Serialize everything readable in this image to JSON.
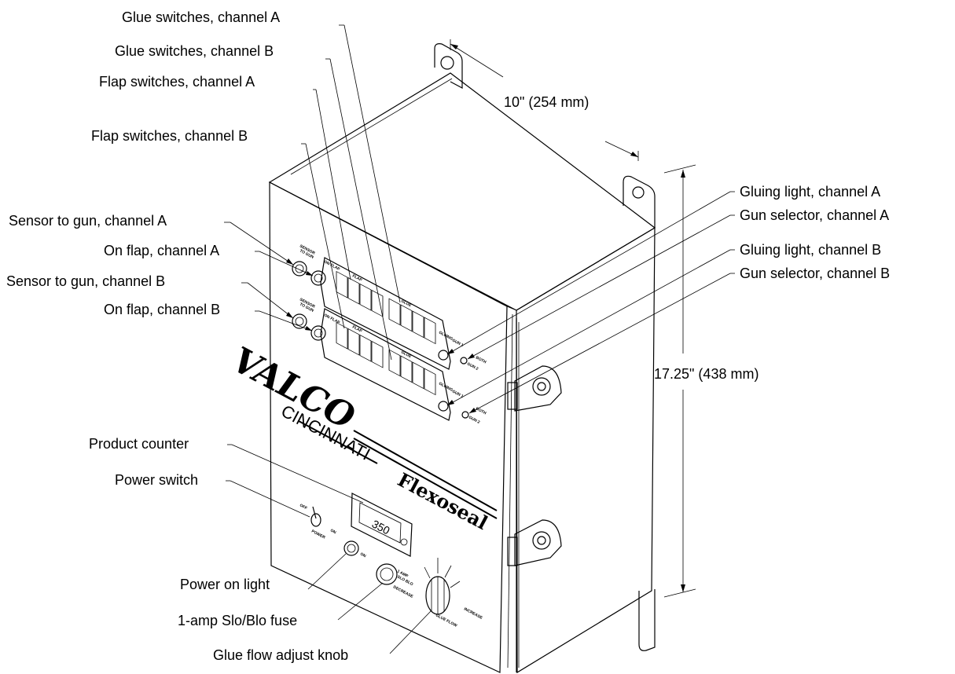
{
  "callouts": {
    "glue_switches_a": "Glue switches, channel A",
    "glue_switches_b": "Glue switches, channel B",
    "flap_switches_a": "Flap switches, channel A",
    "flap_switches_b": "Flap switches, channel B",
    "sensor_to_gun_a": "Sensor to gun, channel A",
    "on_flap_a": "On flap, channel A",
    "sensor_to_gun_b": "Sensor to gun, channel B",
    "on_flap_b": "On flap, channel B",
    "gluing_light_a": "Gluing light, channel A",
    "gun_selector_a": "Gun selector, channel A",
    "gluing_light_b": "Gluing light, channel B",
    "gun_selector_b": "Gun selector, channel B",
    "product_counter": "Product counter",
    "power_switch": "Power switch",
    "power_on_light": "Power on light",
    "fuse": "1-amp Slo/Blo fuse",
    "glue_flow_knob": "Glue flow adjust knob"
  },
  "dimensions": {
    "width": "10\" (254 mm)",
    "height": "17.25\" (438 mm)"
  },
  "panel_labels": {
    "sensor_to_gun_line1": "SENSOR",
    "sensor_to_gun_line2": "TO GUN",
    "on_flap": "ON FLAP",
    "flap": "FLAP",
    "glue": "GLUE",
    "gluing": "GLUING",
    "gun1": "GUN 1",
    "both": "BOTH",
    "gun2": "GUN 2",
    "off": "OFF",
    "on": "ON",
    "power": "POWER",
    "on_light": "ON",
    "fuse_line1": "1 AMP",
    "fuse_line2": "SLO BLO",
    "decrease": "DECREASE",
    "increase": "INCREASE",
    "glue_flow": "GLUE FLOW"
  },
  "brand": {
    "valco": "VALCO",
    "cincinnati": "CINCINNATI",
    "product": "Flexoseal"
  },
  "counter": {
    "value": "350"
  }
}
